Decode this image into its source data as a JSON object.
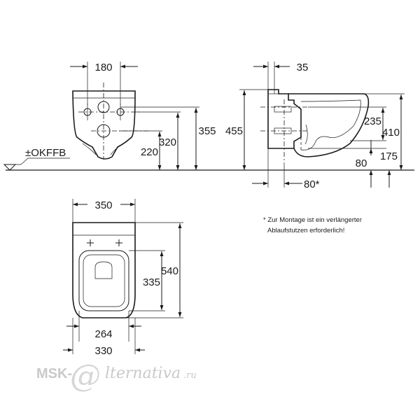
{
  "front_view": {
    "width_top": "180",
    "height_355": "355",
    "height_320": "320",
    "height_220": "220",
    "floor_reference": "±OKFFB"
  },
  "side_view": {
    "offset_35": "35",
    "height_455": "455",
    "height_235": "235",
    "height_410": "410",
    "height_175": "175",
    "height_80": "80",
    "depth_80_star": "80*"
  },
  "top_view": {
    "width_350": "350",
    "length_540": "540",
    "inner_335": "335",
    "width_264": "264",
    "width_330": "330"
  },
  "note": {
    "line1": "* Zur Montage ist ein verlängerter",
    "line2": "Ablaufstutzen erforderlich!"
  },
  "watermark": {
    "brand": "MSK-",
    "at_symbol": "@",
    "script": "lternativa",
    "domain": ".ru"
  }
}
